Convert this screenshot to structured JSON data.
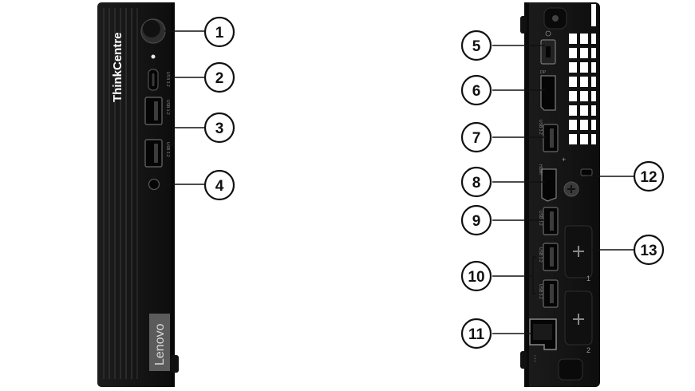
{
  "front_panel": {
    "brand": "ThinkCentre",
    "logo": "Lenovo",
    "port_labels": {
      "usb_c": "USB 3.2",
      "usb_a_top": "USB 3.2",
      "usb_a_bottom": "USB 3.2"
    }
  },
  "rear_panel": {
    "port_labels": {
      "dp": "DP",
      "usb_a_single": "USB 3.2",
      "hdmi": "HDMI",
      "usb_a_mid": "USB 3.2",
      "usb_a_pair_top": "USB 3.2",
      "usb_a_pair_bottom": "USB 3.2"
    },
    "slot_numbers": [
      "1",
      "2"
    ]
  },
  "callouts": [
    "1",
    "2",
    "3",
    "4",
    "5",
    "6",
    "7",
    "8",
    "9",
    "10",
    "11",
    "12",
    "13"
  ]
}
